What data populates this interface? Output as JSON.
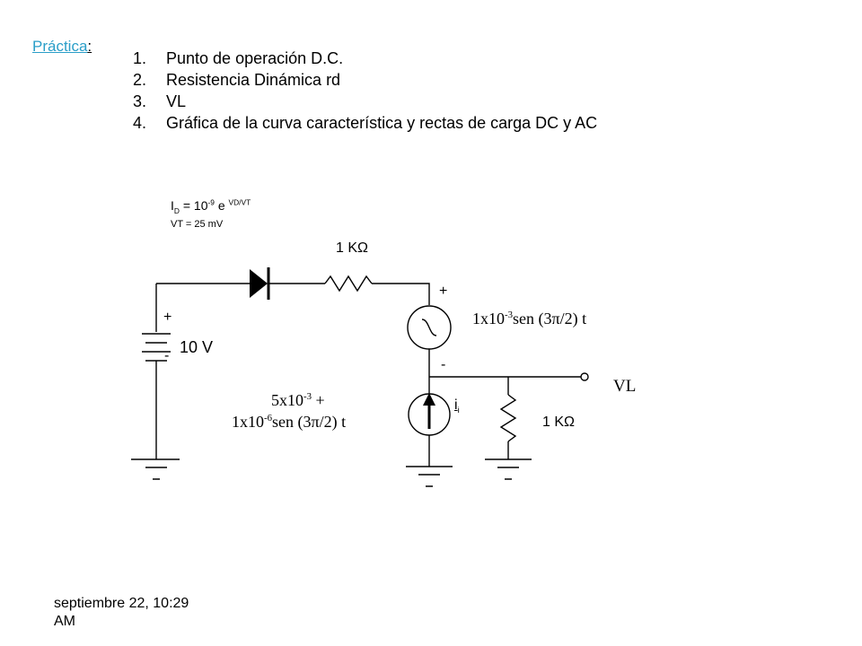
{
  "header": {
    "practica_label": "Práctica",
    "practica_colon": ":"
  },
  "tasks": [
    {
      "num": "1.",
      "text": "Punto de operación  D.C."
    },
    {
      "num": "2.",
      "text": "Resistencia Dinámica rd"
    },
    {
      "num": "3.",
      "text": "VL"
    },
    {
      "num": "4.",
      "text": "Gráfica de la curva característica y rectas de carga DC y AC"
    }
  ],
  "equation": {
    "i": "I",
    "sub_d": "D",
    "eq": " = 10",
    "exp": "-9",
    "e": " e ",
    "exp2": "VD/VT",
    "vt": "VT = 25 mV"
  },
  "circuit": {
    "r_series": "1 KΩ",
    "r_load": "1 KΩ",
    "battery_plus": "+",
    "battery_minus": "-",
    "battery_value": "10 V",
    "ac_plus": "+",
    "ac_minus": "-",
    "ac_a": "1x10",
    "ac_exp": "-3",
    "ac_b": "sen (3π/2) t",
    "cs_line1": "5x10",
    "cs_exp1": "-3",
    "cs_line1b": " +",
    "cs_line2a": "1x10",
    "cs_exp2": "-6",
    "cs_line2b": "sen (3π/2) t",
    "ii_main": "i",
    "ii_sub": "i",
    "vl": "VL"
  },
  "footer": {
    "timestamp_line1": "septiembre 22, 10:29",
    "timestamp_line2": "AM"
  }
}
